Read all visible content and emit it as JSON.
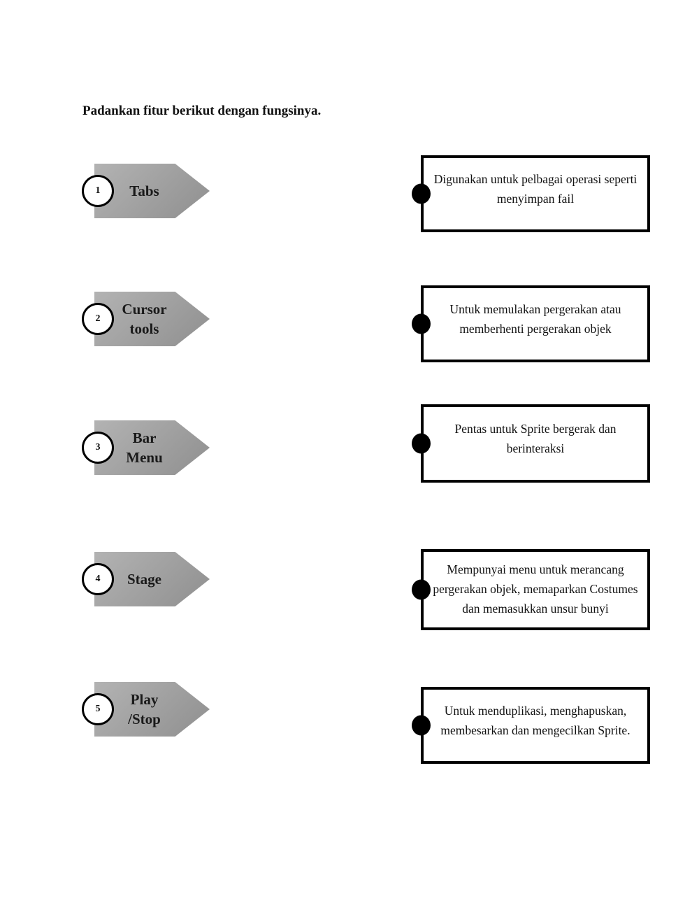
{
  "title": "Padankan fitur berikut dengan fungsinya.",
  "colors": {
    "arrow_light": "#b3b3b3",
    "arrow_dark": "#8f8f8f",
    "line": "#000000"
  },
  "features": [
    {
      "number": "1",
      "label": "Tabs"
    },
    {
      "number": "2",
      "label": "Cursor\ntools"
    },
    {
      "number": "3",
      "label": "Bar\nMenu"
    },
    {
      "number": "4",
      "label": "Stage"
    },
    {
      "number": "5",
      "label": "Play\n/Stop"
    }
  ],
  "functions": [
    "Digunakan untuk pelbagai operasi seperti menyimpan fail",
    "Untuk memulakan pergerakan atau memberhenti pergerakan objek",
    "Pentas untuk Sprite bergerak dan berinteraksi",
    "Mempunyai menu untuk merancang pergerakan objek, memaparkan Costumes dan memasukkan unsur bunyi",
    "Untuk menduplikasi, menghapuskan, membesarkan dan mengecilkan Sprite."
  ]
}
